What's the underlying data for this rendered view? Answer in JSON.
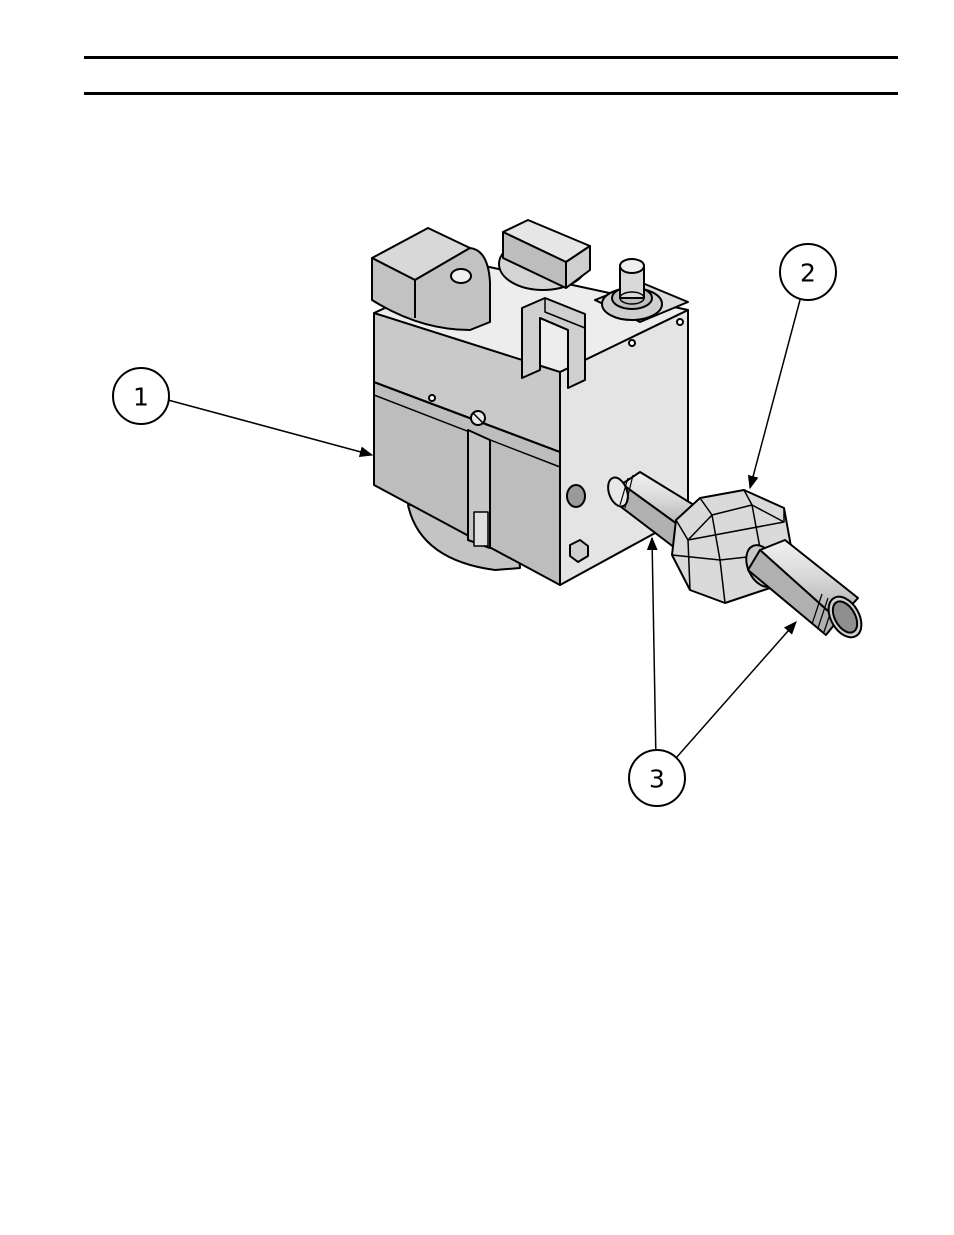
{
  "figure": {
    "callouts": [
      {
        "id": "callout-1",
        "label": "1"
      },
      {
        "id": "callout-2",
        "label": "2"
      },
      {
        "id": "callout-3",
        "label": "3"
      }
    ]
  },
  "colors": {
    "ink": "#000000",
    "face_dark": "#b8b8b8",
    "face_mid": "#cfcfcf",
    "face_light": "#e2e2e2",
    "face_top": "#ececec"
  }
}
